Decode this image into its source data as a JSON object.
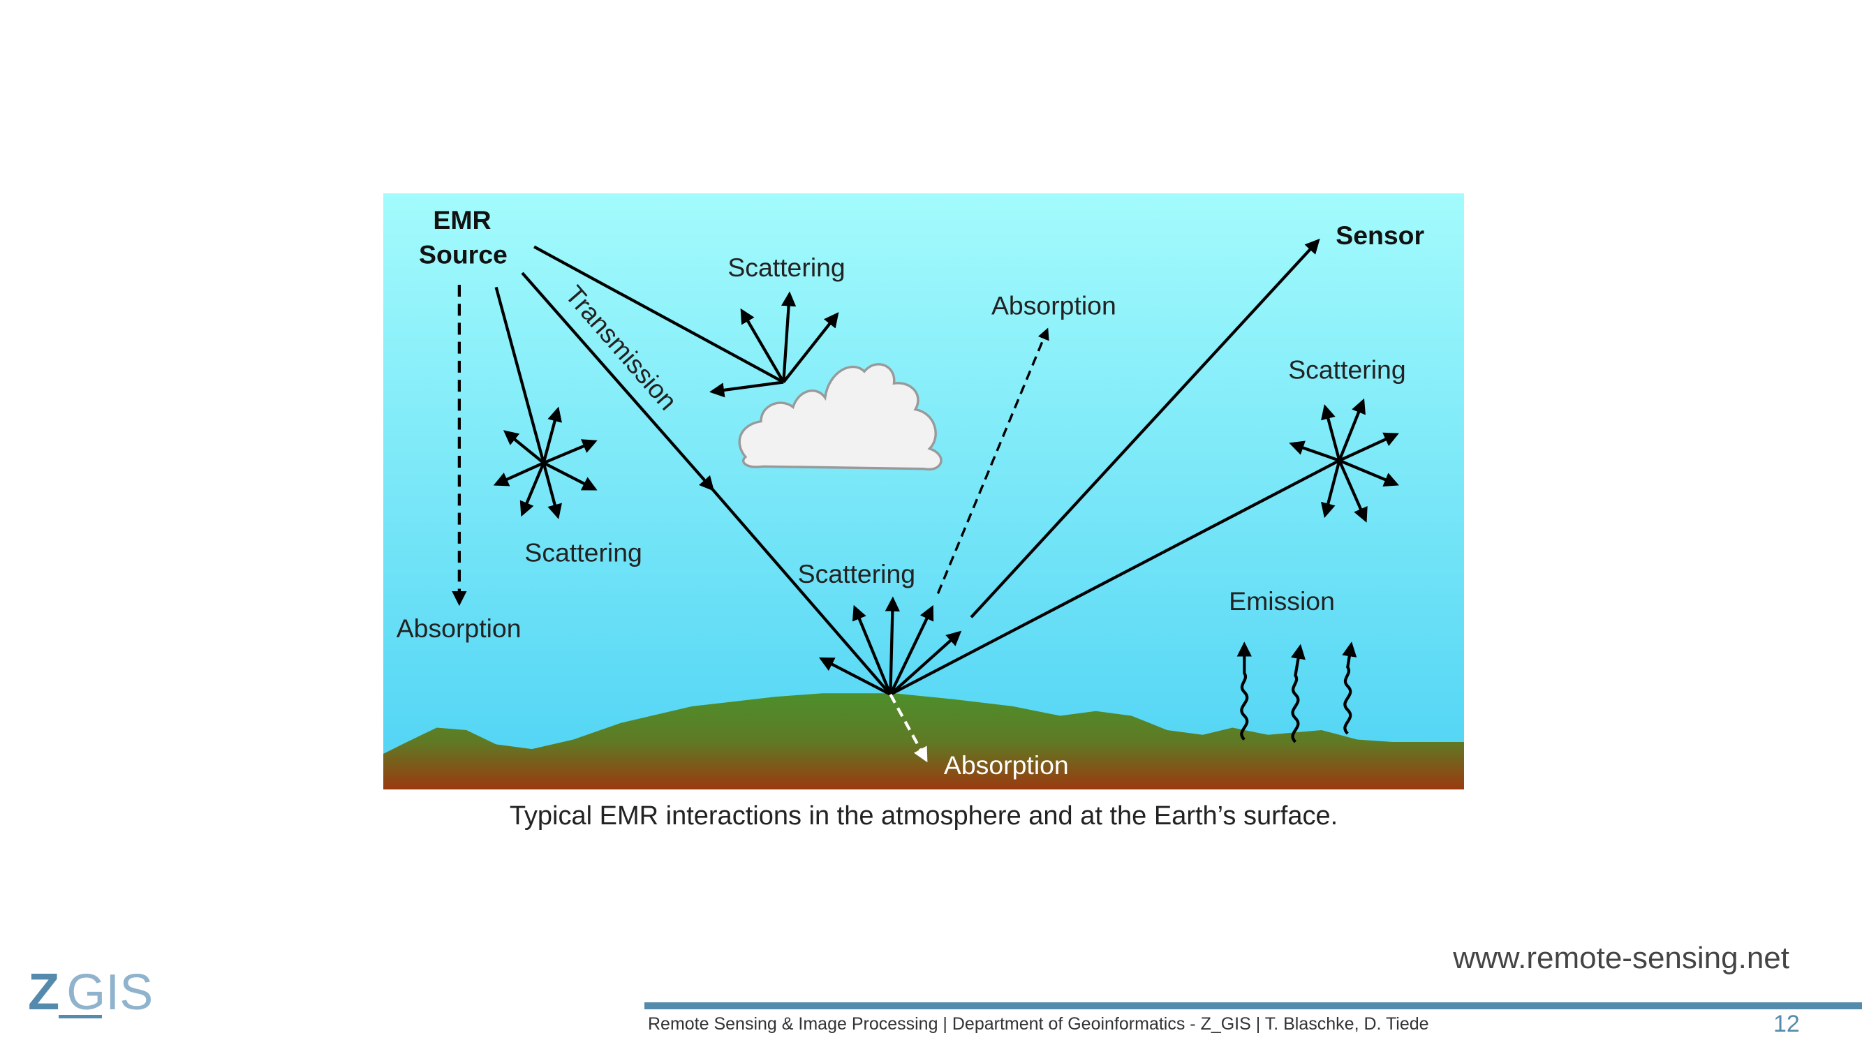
{
  "diagram": {
    "emr_line1": "EMR",
    "emr_line2": "Source",
    "sensor": "Sensor",
    "transmission": "Transmission",
    "scattering_cloud": "Scattering",
    "scattering_left": "Scattering",
    "scattering_ground": "Scattering",
    "scattering_right": "Scattering",
    "absorption_left": "Absorption",
    "absorption_upper": "Absorption",
    "absorption_ground": "Absorption",
    "emission": "Emission",
    "colors": {
      "sky_top": "#a3fbfc",
      "sky_bottom": "#4fd3f4",
      "grass": "#4d8f2c",
      "soil": "#9a3a10"
    }
  },
  "caption": "Typical EMR interactions in the atmosphere and at the Earth’s surface.",
  "url": "www.remote-sensing.net",
  "footer": {
    "text": "Remote Sensing & Image Processing | Department of Geoinformatics - Z_GIS | T. Blaschke, D. Tiede",
    "page_number": "12"
  },
  "logo": {
    "z": "Z",
    "gis": "GIS"
  }
}
